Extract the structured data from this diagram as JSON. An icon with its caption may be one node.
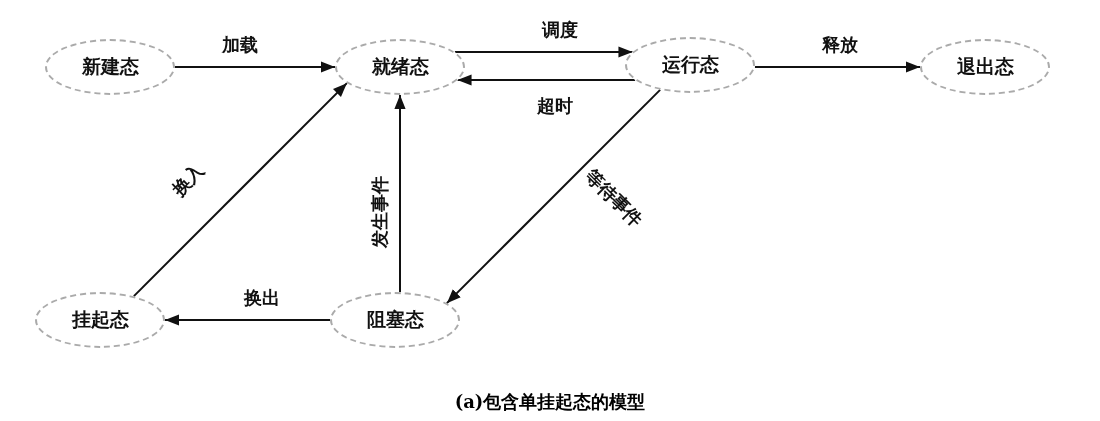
{
  "diagram": {
    "caption": "(a)包含单挂起态的模型",
    "nodes": [
      {
        "text": [
          "新建态"
        ]
      },
      {
        "text": [
          "就绪态"
        ]
      },
      {
        "text": [
          "运行态"
        ]
      },
      {
        "text": [
          "退出态"
        ]
      },
      {
        "text": [
          "挂起态"
        ]
      },
      {
        "text": [
          "阻塞态"
        ]
      }
    ],
    "edges": [
      {
        "from": 0,
        "to": 1,
        "arrow": "to",
        "label": "加载"
      },
      {
        "from": 1,
        "to": 2,
        "arrow": "to",
        "label": "调度"
      },
      {
        "from": 2,
        "to": 1,
        "arrow": "to",
        "label": "超时"
      },
      {
        "from": 2,
        "to": 3,
        "arrow": "to",
        "label": "释放"
      },
      {
        "from": 2,
        "to": 5,
        "arrow": "to",
        "label": "等待事件"
      },
      {
        "from": 5,
        "to": 1,
        "arrow": "to",
        "label": "发生事件"
      },
      {
        "from": 4,
        "to": 1,
        "arrow": "to",
        "label": "换入"
      },
      {
        "from": 5,
        "to": 4,
        "arrow": "to",
        "label": "换出"
      }
    ]
  }
}
